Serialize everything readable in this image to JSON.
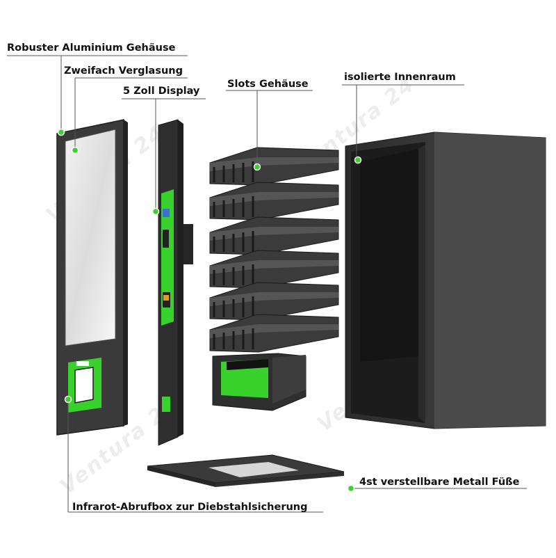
{
  "watermark": "Ventura 24",
  "accent_color": "#39d12b",
  "labels": {
    "housing": "Robuster Aluminium Gehäuse",
    "glazing": "Zweifach Verglasung",
    "display": "5 Zoll Display",
    "slots": "Slots Gehäuse",
    "interior": "isolierte Innenraum",
    "feet": "4st verstellbare Metall Füße",
    "infrared": "Infrarot-Abrufbox zur Diebstahlsicherung"
  }
}
